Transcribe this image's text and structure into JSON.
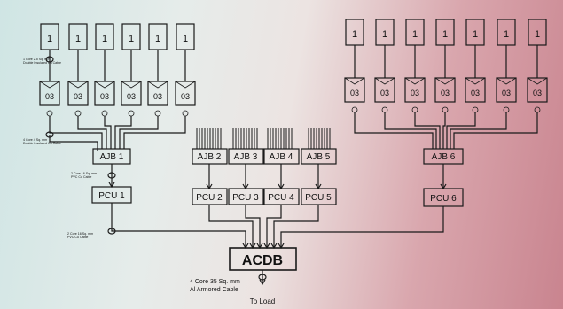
{
  "panels": {
    "left_modules": [
      "1",
      "1",
      "1",
      "1",
      "1",
      "1"
    ],
    "right_modules": [
      "1",
      "1",
      "1",
      "1",
      "1",
      "1",
      "1"
    ],
    "left_inverters": [
      "03",
      "03",
      "03",
      "03",
      "03",
      "03"
    ],
    "right_inverters": [
      "03",
      "03",
      "03",
      "03",
      "03",
      "03",
      "03"
    ]
  },
  "junction_boxes": [
    "AJB 1",
    "AJB 2",
    "AJB 3",
    "AJB 4",
    "AJB 5",
    "AJB 6"
  ],
  "pcus": [
    "PCU 1",
    "PCU 2",
    "PCU 3",
    "PCU 4",
    "PCU 5",
    "PCU 6"
  ],
  "acdb": "ACDB",
  "annotations": {
    "cable_top_left_1": "1 Core 2.5 Sq. mm",
    "cable_top_left_2": "Double Insulated Cu Cable",
    "cable_ajb_1": "4 Core 4 Sq. mm",
    "cable_ajb_2": "Double Insulated Cu Cable",
    "cable_pcu_1": "2 Core 16 Sq. mm",
    "cable_pcu_2": "PVC Cu Cable",
    "cable_acdb_1": "2 Core 16 Sq. mm",
    "cable_acdb_2": "PVC Cu Cable",
    "output_cable_1": "4  Core 35 Sq. mm",
    "output_cable_2": "Al Armored Cable",
    "to_load": "To Load"
  },
  "colors": {
    "ink": "#1a1a1a",
    "background_left": "#cfe5e4",
    "background_right": "#c9848f"
  }
}
